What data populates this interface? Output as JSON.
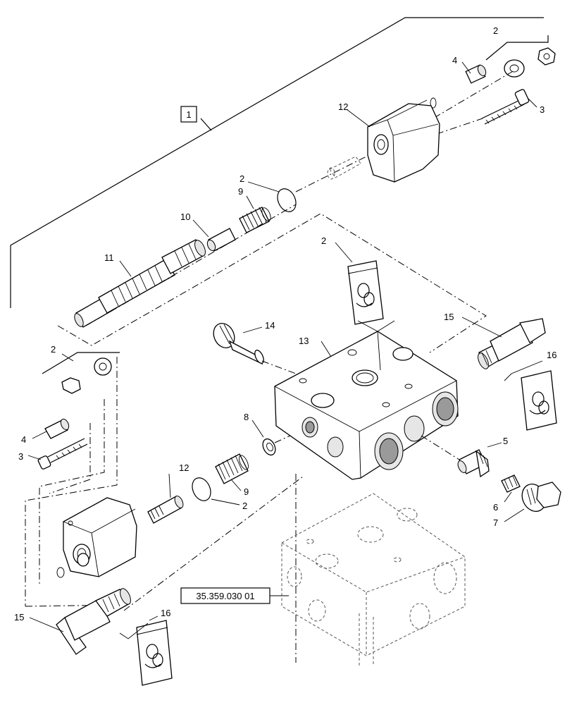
{
  "callouts": {
    "c1": "1",
    "c2a": "2",
    "c4a": "4",
    "c3a": "3",
    "c12a": "12",
    "c2b": "2",
    "c9a": "9",
    "c10": "10",
    "c11": "11",
    "c2c": "2",
    "c14": "14",
    "c13": "13",
    "c15a": "15",
    "c16a": "16",
    "c2d": "2",
    "c4b": "4",
    "c3b": "3",
    "c8": "8",
    "c12b": "12",
    "c9b": "9",
    "c2e": "2",
    "c5": "5",
    "c6": "6",
    "c7": "7",
    "c15b": "15",
    "c16b": "16"
  },
  "reference": "35.359.030 01"
}
